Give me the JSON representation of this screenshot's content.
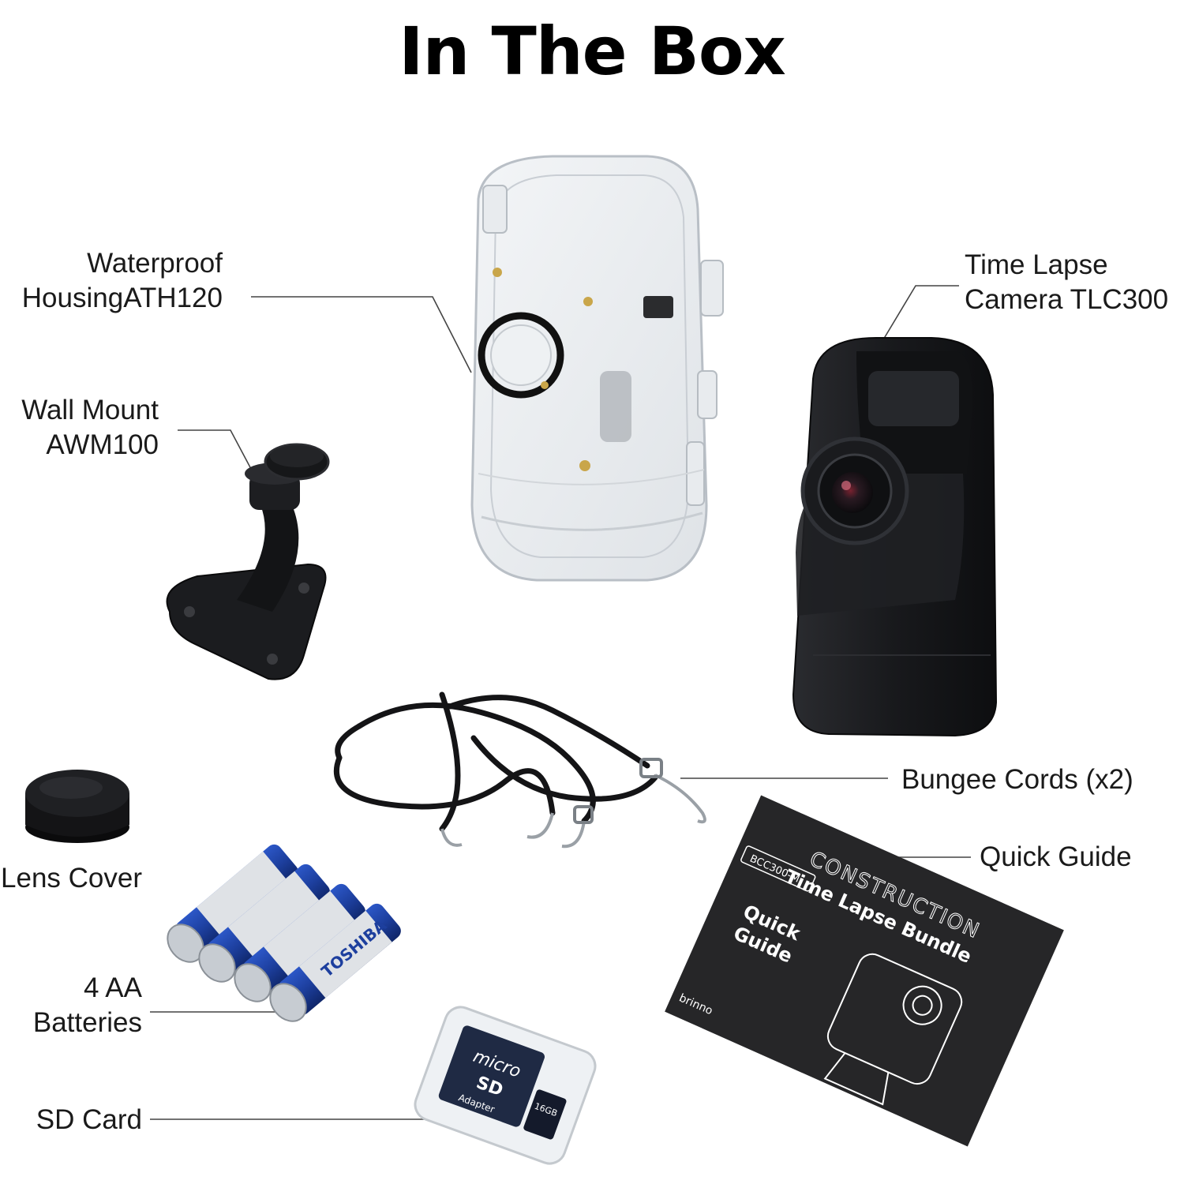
{
  "title": "In The Box",
  "items": {
    "housing": {
      "line1": "Waterproof",
      "line2": "HousingATH120"
    },
    "camera": {
      "line1": "Time Lapse",
      "line2": "Camera TLC300"
    },
    "wall_mount": {
      "line1": "Wall Mount",
      "line2": "AWM100"
    },
    "bungee": {
      "line1": "Bungee Cords (x2)"
    },
    "lens_cover": {
      "line1": "Lens Cover"
    },
    "quick_guide": {
      "line1": "Quick Guide"
    },
    "batteries": {
      "line1": "4 AA",
      "line2": "Batteries"
    },
    "sd_card": {
      "line1": "SD Card"
    }
  },
  "product_text": {
    "booklet_line1": "CONSTRUCTION",
    "booklet_line2": "Time Lapse Bundle",
    "booklet_model": "BCC300-M",
    "booklet_guide1": "Quick",
    "booklet_guide2": "Guide",
    "booklet_brand": "brinno",
    "battery_brand": "TOSHIBA",
    "sd_text1": "micro",
    "sd_text2": "SD",
    "sd_adapter": "Adapter",
    "sd_capacity": "16GB"
  },
  "colors": {
    "background": "#ffffff",
    "text": "#1a1a1a",
    "leader_line": "#444444",
    "product_black": "#1c1d20",
    "battery_blue": "#1d3f9e"
  }
}
